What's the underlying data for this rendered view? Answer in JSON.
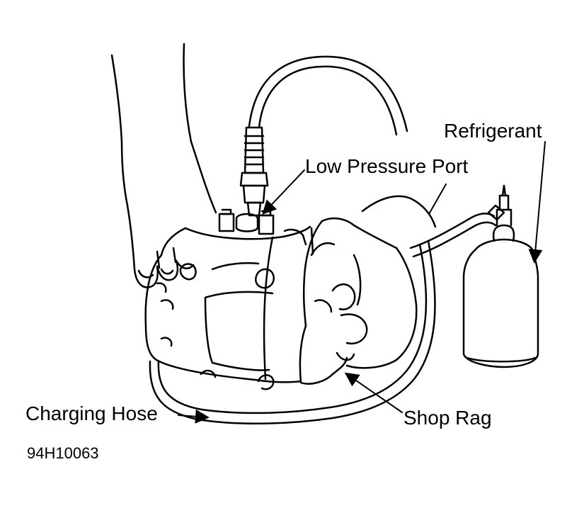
{
  "labels": {
    "refrigerant": "Refrigerant",
    "low_pressure_port": "Low Pressure Port",
    "charging_hose": "Charging Hose",
    "shop_rag": "Shop Rag"
  },
  "figure_id": "94H10063",
  "colors": {
    "line": "#000000",
    "background": "#ffffff"
  }
}
